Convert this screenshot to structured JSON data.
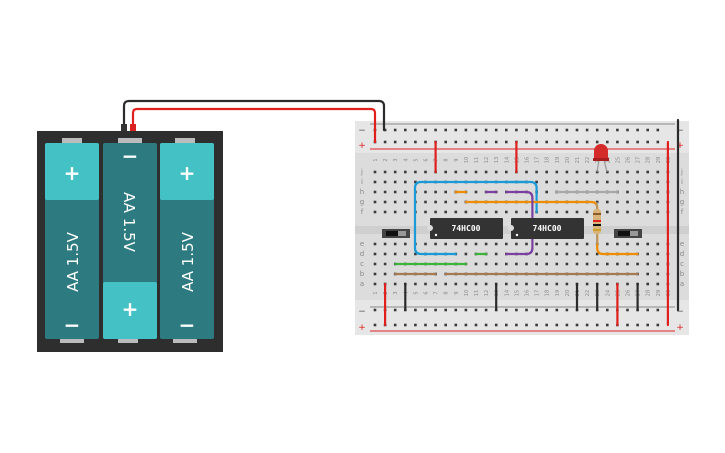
{
  "battery_pack": {
    "cells": [
      {
        "label": "AA 1.5V",
        "top_sign": "+",
        "bottom_sign": "−"
      },
      {
        "label": "AA 1.5V",
        "top_sign": "−",
        "bottom_sign": "+"
      },
      {
        "label": "AA 1.5V",
        "top_sign": "+",
        "bottom_sign": "−"
      }
    ]
  },
  "breadboard": {
    "rail_minus": "−",
    "rail_plus": "+",
    "top_rows": [
      "j",
      "i",
      "h",
      "g",
      "f"
    ],
    "bottom_rows": [
      "e",
      "d",
      "c",
      "b",
      "a"
    ],
    "columns": [
      "1",
      "2",
      "3",
      "4",
      "5",
      "6",
      "7",
      "8",
      "9",
      "10",
      "11",
      "12",
      "13",
      "14",
      "15",
      "16",
      "17",
      "18",
      "19",
      "20",
      "21",
      "22",
      "23",
      "24",
      "25",
      "26",
      "27",
      "28",
      "29",
      "30"
    ]
  },
  "chips": [
    {
      "label": "74HC00"
    },
    {
      "label": "74HC00"
    }
  ],
  "colors": {
    "wire_red": "#e0201c",
    "wire_black": "#2b2b2b",
    "wire_blue": "#1a9ad6",
    "wire_orange": "#f08c00",
    "wire_purple": "#7b3fa0",
    "wire_green": "#3cb43c",
    "wire_brown": "#a57a52",
    "wire_gray": "#a8a8a8",
    "cell_light": "#44c1c4",
    "cell_dark": "#2d7b80",
    "led": "#d42a2a"
  }
}
